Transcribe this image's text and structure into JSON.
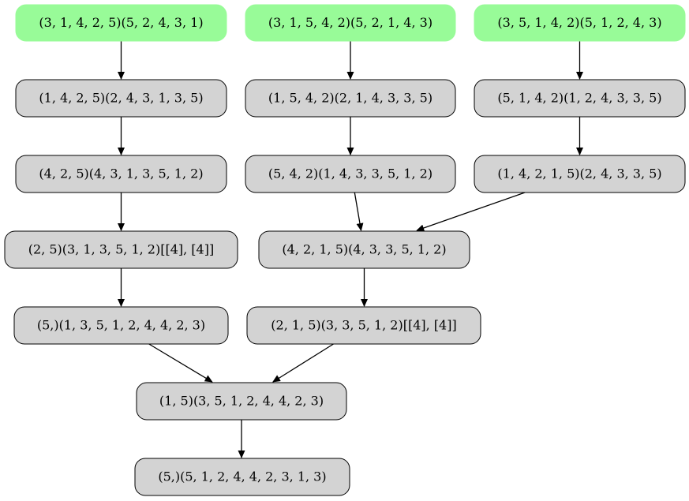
{
  "colors": {
    "start_fill": "#98fb98",
    "node_fill": "#d3d3d3",
    "node_stroke": "#000000",
    "edge": "#000000",
    "background": "#ffffff"
  },
  "nodes": [
    {
      "id": "s1",
      "label": "(3, 1, 4, 2, 5)(5, 2, 4, 3, 1)",
      "kind": "start"
    },
    {
      "id": "s2",
      "label": "(3, 1, 5, 4, 2)(5, 2, 1, 4, 3)",
      "kind": "start"
    },
    {
      "id": "s3",
      "label": "(3, 5, 1, 4, 2)(5, 1, 2, 4, 3)",
      "kind": "start"
    },
    {
      "id": "a2",
      "label": "(1, 4, 2, 5)(2, 4, 3, 1, 3, 5)",
      "kind": "normal"
    },
    {
      "id": "b2",
      "label": "(1, 5, 4, 2)(2, 1, 4, 3, 3, 5)",
      "kind": "normal"
    },
    {
      "id": "c2",
      "label": "(5, 1, 4, 2)(1, 2, 4, 3, 3, 5)",
      "kind": "normal"
    },
    {
      "id": "a3",
      "label": "(4, 2, 5)(4, 3, 1, 3, 5, 1, 2)",
      "kind": "normal"
    },
    {
      "id": "b3",
      "label": "(5, 4, 2)(1, 4, 3, 3, 5, 1, 2)",
      "kind": "normal"
    },
    {
      "id": "c3",
      "label": "(1, 4, 2, 1, 5)(2, 4, 3, 3, 5)",
      "kind": "normal"
    },
    {
      "id": "a4",
      "label": "(2, 5)(3, 1, 3, 5, 1, 2)[[4], [4]]",
      "kind": "normal"
    },
    {
      "id": "b4",
      "label": "(4, 2, 1, 5)(4, 3, 3, 5, 1, 2)",
      "kind": "normal"
    },
    {
      "id": "a5",
      "label": "(5,)(1, 3, 5, 1, 2, 4, 4, 2, 3)",
      "kind": "normal"
    },
    {
      "id": "b5",
      "label": "(2, 1, 5)(3, 3, 5, 1, 2)[[4], [4]]",
      "kind": "normal"
    },
    {
      "id": "m6",
      "label": "(1, 5)(3, 5, 1, 2, 4, 4, 2, 3)",
      "kind": "normal"
    },
    {
      "id": "m7",
      "label": "(5,)(5, 1, 2, 4, 4, 2, 3, 1, 3)",
      "kind": "normal"
    }
  ],
  "edges": [
    {
      "from": "s1",
      "to": "a2"
    },
    {
      "from": "s2",
      "to": "b2"
    },
    {
      "from": "s3",
      "to": "c2"
    },
    {
      "from": "a2",
      "to": "a3"
    },
    {
      "from": "b2",
      "to": "b3"
    },
    {
      "from": "c2",
      "to": "c3"
    },
    {
      "from": "a3",
      "to": "a4"
    },
    {
      "from": "b3",
      "to": "b4"
    },
    {
      "from": "c3",
      "to": "b4"
    },
    {
      "from": "a4",
      "to": "a5"
    },
    {
      "from": "b4",
      "to": "b5"
    },
    {
      "from": "a5",
      "to": "m6"
    },
    {
      "from": "b5",
      "to": "m6"
    },
    {
      "from": "m6",
      "to": "m7"
    }
  ]
}
